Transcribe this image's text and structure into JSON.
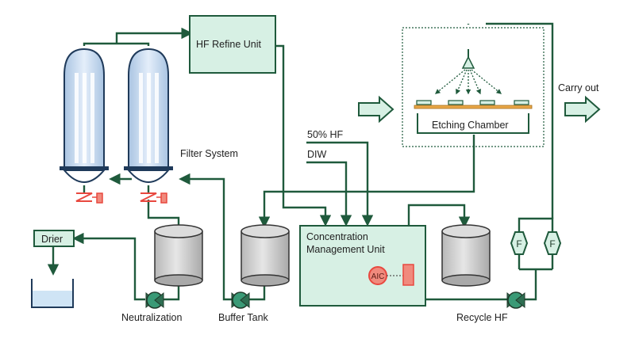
{
  "labels": {
    "hf_refine_unit": "HF Refine Unit",
    "filter_system": "Filter System",
    "etching_chamber": "Etching Chamber",
    "carry_out": "Carry out",
    "hf_50": "50% HF",
    "diw": "DIW",
    "concentration_line1": "Concentration",
    "concentration_line2": "Management Unit",
    "aic": "AIC",
    "drier": "Drier",
    "neutralization": "Neutralization",
    "buffer_tank": "Buffer Tank",
    "recycle_hf": "Recycle HF",
    "filter_f1": "F",
    "filter_f2": "F"
  },
  "colors": {
    "pipe": "#1f5a3c",
    "box_fill": "#d7f0e4",
    "tank_fill": "#c9c9c9",
    "valve_red": "#e8483f",
    "pump_fill": "#3a9a76",
    "column_fill": "#cfe0f2",
    "accent_orange": "#e8a646"
  }
}
